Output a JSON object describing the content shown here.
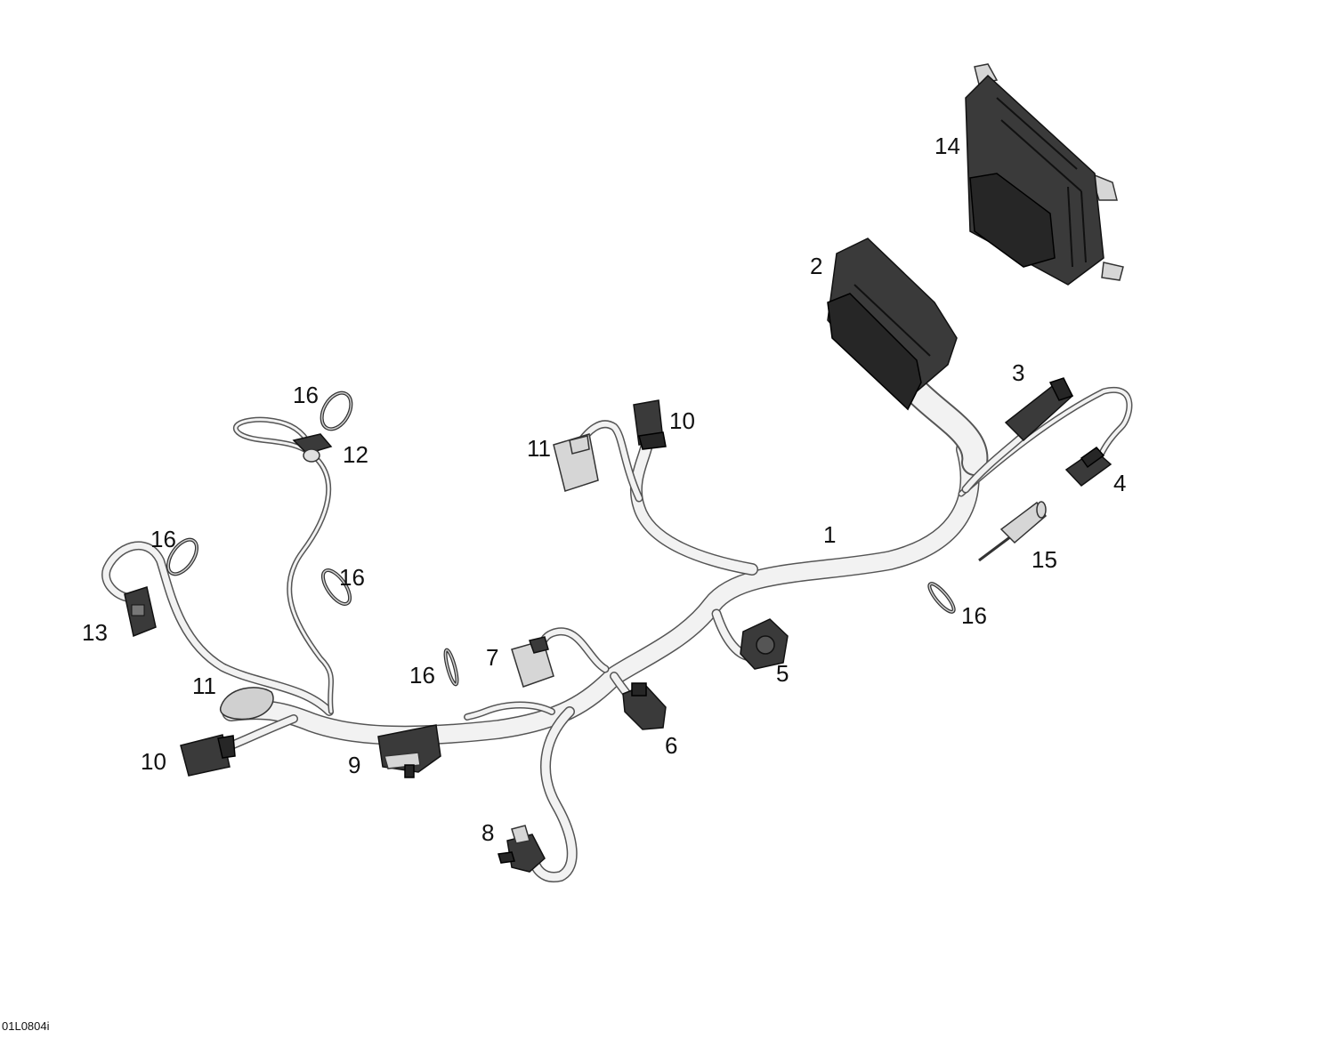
{
  "callouts": [
    {
      "id": "1",
      "label": "1"
    },
    {
      "id": "2",
      "label": "2"
    },
    {
      "id": "3",
      "label": "3"
    },
    {
      "id": "4",
      "label": "4"
    },
    {
      "id": "5",
      "label": "5"
    },
    {
      "id": "6",
      "label": "6"
    },
    {
      "id": "7",
      "label": "7"
    },
    {
      "id": "8",
      "label": "8"
    },
    {
      "id": "9",
      "label": "9"
    },
    {
      "id": "10a",
      "label": "10"
    },
    {
      "id": "10b",
      "label": "10"
    },
    {
      "id": "11a",
      "label": "11"
    },
    {
      "id": "11b",
      "label": "11"
    },
    {
      "id": "12",
      "label": "12"
    },
    {
      "id": "13",
      "label": "13"
    },
    {
      "id": "14",
      "label": "14"
    },
    {
      "id": "15",
      "label": "15"
    },
    {
      "id": "16a",
      "label": "16"
    },
    {
      "id": "16b",
      "label": "16"
    },
    {
      "id": "16c",
      "label": "16"
    },
    {
      "id": "16d",
      "label": "16"
    },
    {
      "id": "16e",
      "label": "16"
    }
  ],
  "reference_code": "01L0804i"
}
